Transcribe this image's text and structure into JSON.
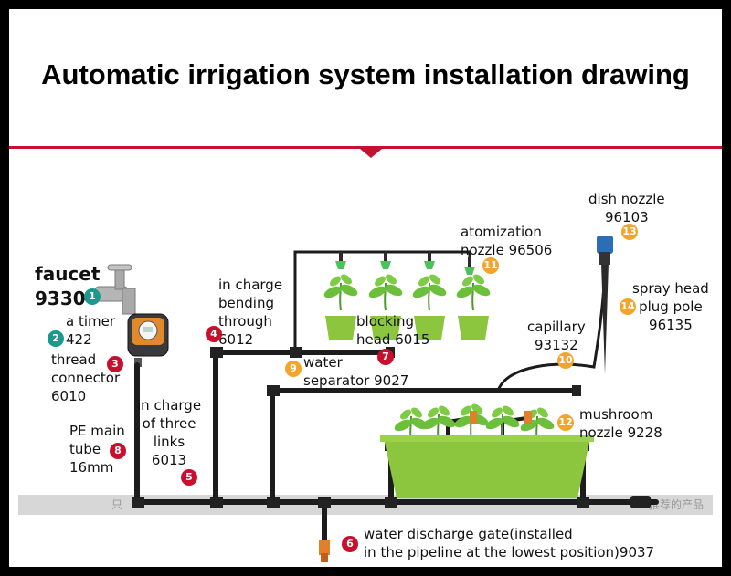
{
  "title": "Automatic irrigation system installation drawing",
  "colors": {
    "accent_line": "#c8102e",
    "badge_teal": "#1a9a8e",
    "badge_red": "#c8102e",
    "badge_orange": "#f2a52a",
    "pipe": "#1c1c1c",
    "planter": "#8cc63f",
    "plant": "#6cbf3a"
  },
  "labels": {
    "faucet": "faucet\n9330",
    "timer": "a timer\n422",
    "thread": "thread\nconnector\n6010",
    "pe": "PE main\ntube\n16mm",
    "three": "in charge\nof three\nlinks\n6013",
    "bending": "in charge\nbending\nthrough\n6012",
    "blocking": "blocking\nhead 6015",
    "separator": "water\nseparator 9027",
    "atom": "atomization\nnozzle 96506",
    "capillary": "capillary\n93132",
    "dish": "dish nozzle\n96103",
    "spray": "spray head\nplug pole\n96135",
    "mushroom": "mushroom\nnozzle 9228",
    "discharge": "water discharge gate(installed\nin the pipeline at the lowest position)9037"
  },
  "badges": [
    "1",
    "2",
    "3",
    "4",
    "5",
    "6",
    "7",
    "8",
    "9",
    "10",
    "11",
    "12",
    "13",
    "14"
  ],
  "watermark": {
    "left": "只",
    "right": "推荐的产品"
  }
}
